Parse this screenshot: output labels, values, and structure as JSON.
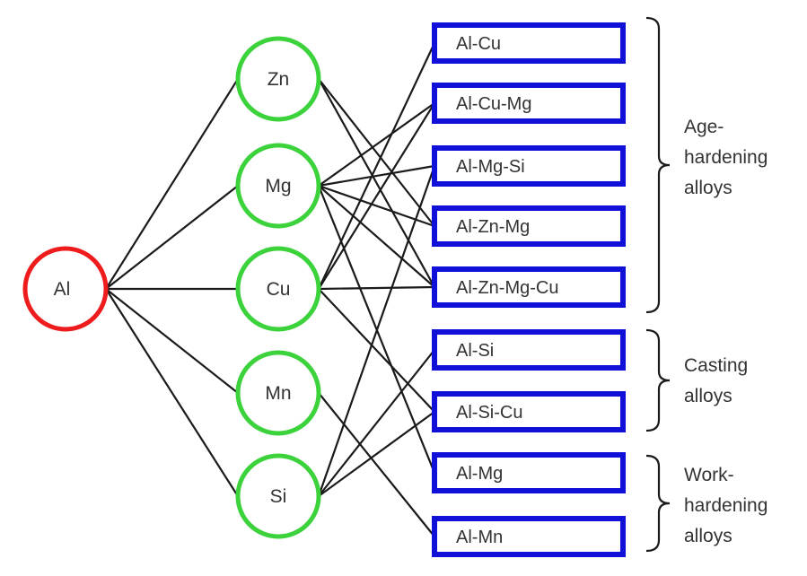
{
  "root": {
    "label": "Al",
    "color": "#ee1c1c"
  },
  "elements": [
    {
      "id": "zn",
      "label": "Zn"
    },
    {
      "id": "mg",
      "label": "Mg"
    },
    {
      "id": "cu",
      "label": "Cu"
    },
    {
      "id": "mn",
      "label": "Mn"
    },
    {
      "id": "si",
      "label": "Si"
    }
  ],
  "element_color": "#3cd23c",
  "alloys": [
    {
      "id": "al-cu",
      "label": "Al-Cu"
    },
    {
      "id": "al-cu-mg",
      "label": "Al-Cu-Mg"
    },
    {
      "id": "al-mg-si",
      "label": "Al-Mg-Si"
    },
    {
      "id": "al-zn-mg",
      "label": "Al-Zn-Mg"
    },
    {
      "id": "al-zn-mg-cu",
      "label": "Al-Zn-Mg-Cu"
    },
    {
      "id": "al-si",
      "label": "Al-Si"
    },
    {
      "id": "al-si-cu",
      "label": "Al-Si-Cu"
    },
    {
      "id": "al-mg",
      "label": "Al-Mg"
    },
    {
      "id": "al-mn",
      "label": "Al-Mn"
    }
  ],
  "alloy_color": "#1010d8",
  "groups": [
    {
      "id": "age-hardening",
      "lines": [
        "Age-",
        "hardening",
        "alloys"
      ]
    },
    {
      "id": "casting",
      "lines": [
        "Casting",
        "alloys"
      ]
    },
    {
      "id": "work-hardening",
      "lines": [
        "Work-",
        "hardening",
        "alloys"
      ]
    }
  ],
  "edges": [
    [
      "zn",
      "al-zn-mg"
    ],
    [
      "zn",
      "al-zn-mg-cu"
    ],
    [
      "mg",
      "al-cu-mg"
    ],
    [
      "mg",
      "al-mg-si"
    ],
    [
      "mg",
      "al-zn-mg"
    ],
    [
      "mg",
      "al-zn-mg-cu"
    ],
    [
      "mg",
      "al-mg"
    ],
    [
      "cu",
      "al-cu"
    ],
    [
      "cu",
      "al-cu-mg"
    ],
    [
      "cu",
      "al-zn-mg-cu"
    ],
    [
      "cu",
      "al-si-cu"
    ],
    [
      "mn",
      "al-mn"
    ],
    [
      "si",
      "al-mg-si"
    ],
    [
      "si",
      "al-si"
    ],
    [
      "si",
      "al-si-cu"
    ]
  ]
}
